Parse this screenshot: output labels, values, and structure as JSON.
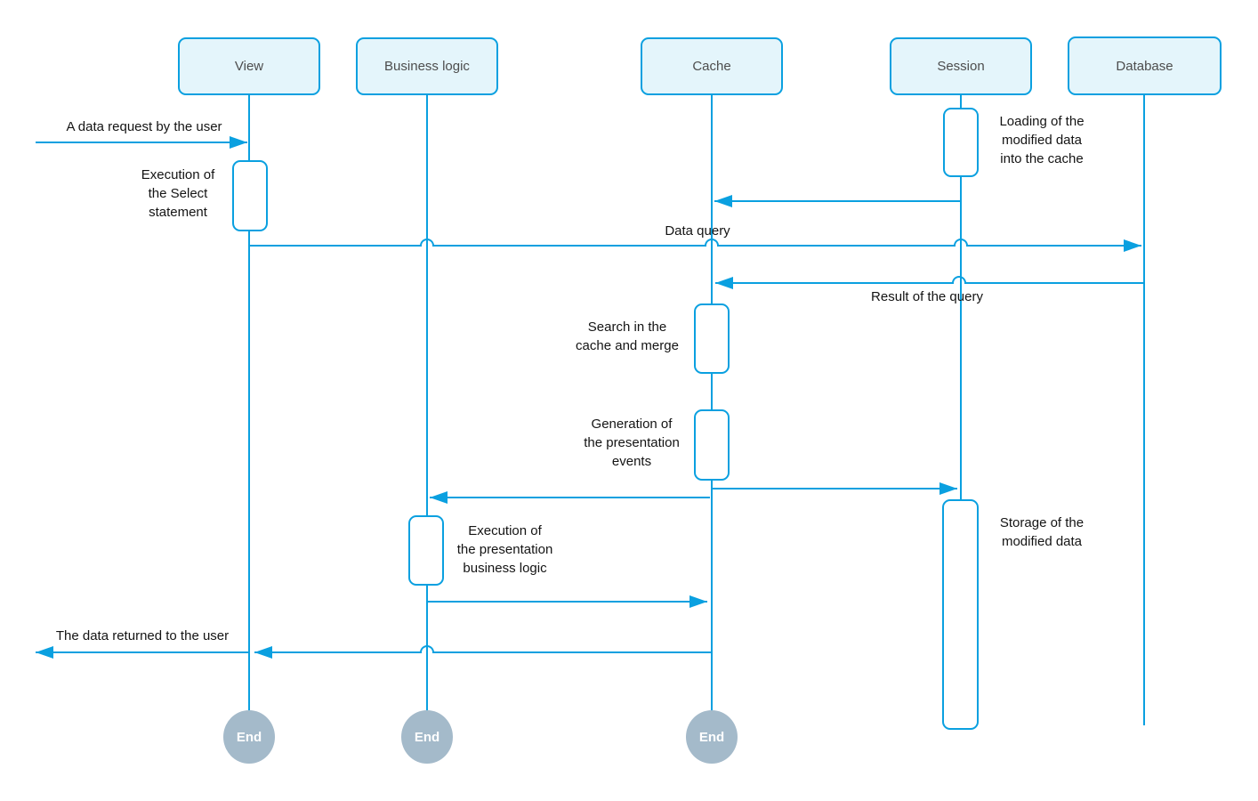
{
  "diagram": {
    "type": "uml-sequence",
    "colors": {
      "accent": "#0AA0E0",
      "header_fill": "#E4F5FB",
      "activation_fill": "#FFFFFF",
      "end_node_fill": "#A4BACA",
      "label_text": "#141414",
      "header_text": "#4D4D4D"
    },
    "lifelines": [
      {
        "label": "View"
      },
      {
        "label": "Business logic"
      },
      {
        "label": "Cache"
      },
      {
        "label": "Session"
      },
      {
        "label": "Database"
      }
    ],
    "messages": [
      {
        "label": "A data request by the user",
        "from": "User",
        "to": "View"
      },
      {
        "label": "",
        "from": "Session",
        "to": "Cache"
      },
      {
        "label": "Data query",
        "from": "View",
        "to": "Database"
      },
      {
        "label": "Result of the query",
        "from": "Database",
        "to": "Cache"
      },
      {
        "label": "",
        "from": "Cache",
        "to": "Session"
      },
      {
        "label": "",
        "from": "Cache",
        "to": "Business logic"
      },
      {
        "label": "",
        "from": "Business logic",
        "to": "Cache"
      },
      {
        "label": "",
        "from": "Cache",
        "to": "View"
      },
      {
        "label": "The data returned to the user",
        "from": "View",
        "to": "User"
      }
    ],
    "activations": [
      {
        "lifeline": "View",
        "label": "Execution of\nthe Select\nstatement"
      },
      {
        "lifeline": "Session",
        "label": "Loading of the\nmodified data\ninto the cache"
      },
      {
        "lifeline": "Cache",
        "label": "Search in the\ncache and merge"
      },
      {
        "lifeline": "Cache",
        "label": "Generation of\nthe presentation\nevents"
      },
      {
        "lifeline": "Business logic",
        "label": "Execution of\nthe presentation\nbusiness logic"
      },
      {
        "lifeline": "Session",
        "label": "Storage of the\nmodified data"
      }
    ],
    "end_nodes": [
      {
        "label": "End"
      },
      {
        "label": "End"
      },
      {
        "label": "End"
      }
    ]
  }
}
